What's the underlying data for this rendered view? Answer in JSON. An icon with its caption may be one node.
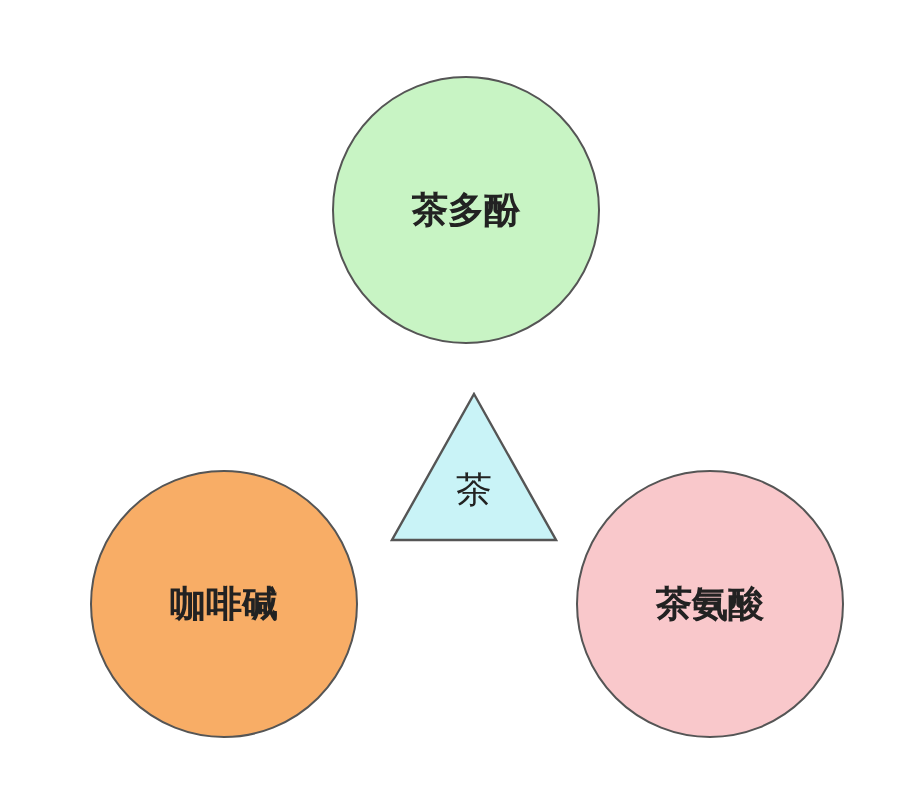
{
  "diagram": {
    "nodes": [
      {
        "text": [
          "茶多酚"
        ]
      },
      {
        "text": [
          "茶"
        ]
      },
      {
        "text": [
          "咖啡碱"
        ]
      },
      {
        "text": [
          "茶氨酸"
        ]
      }
    ]
  }
}
